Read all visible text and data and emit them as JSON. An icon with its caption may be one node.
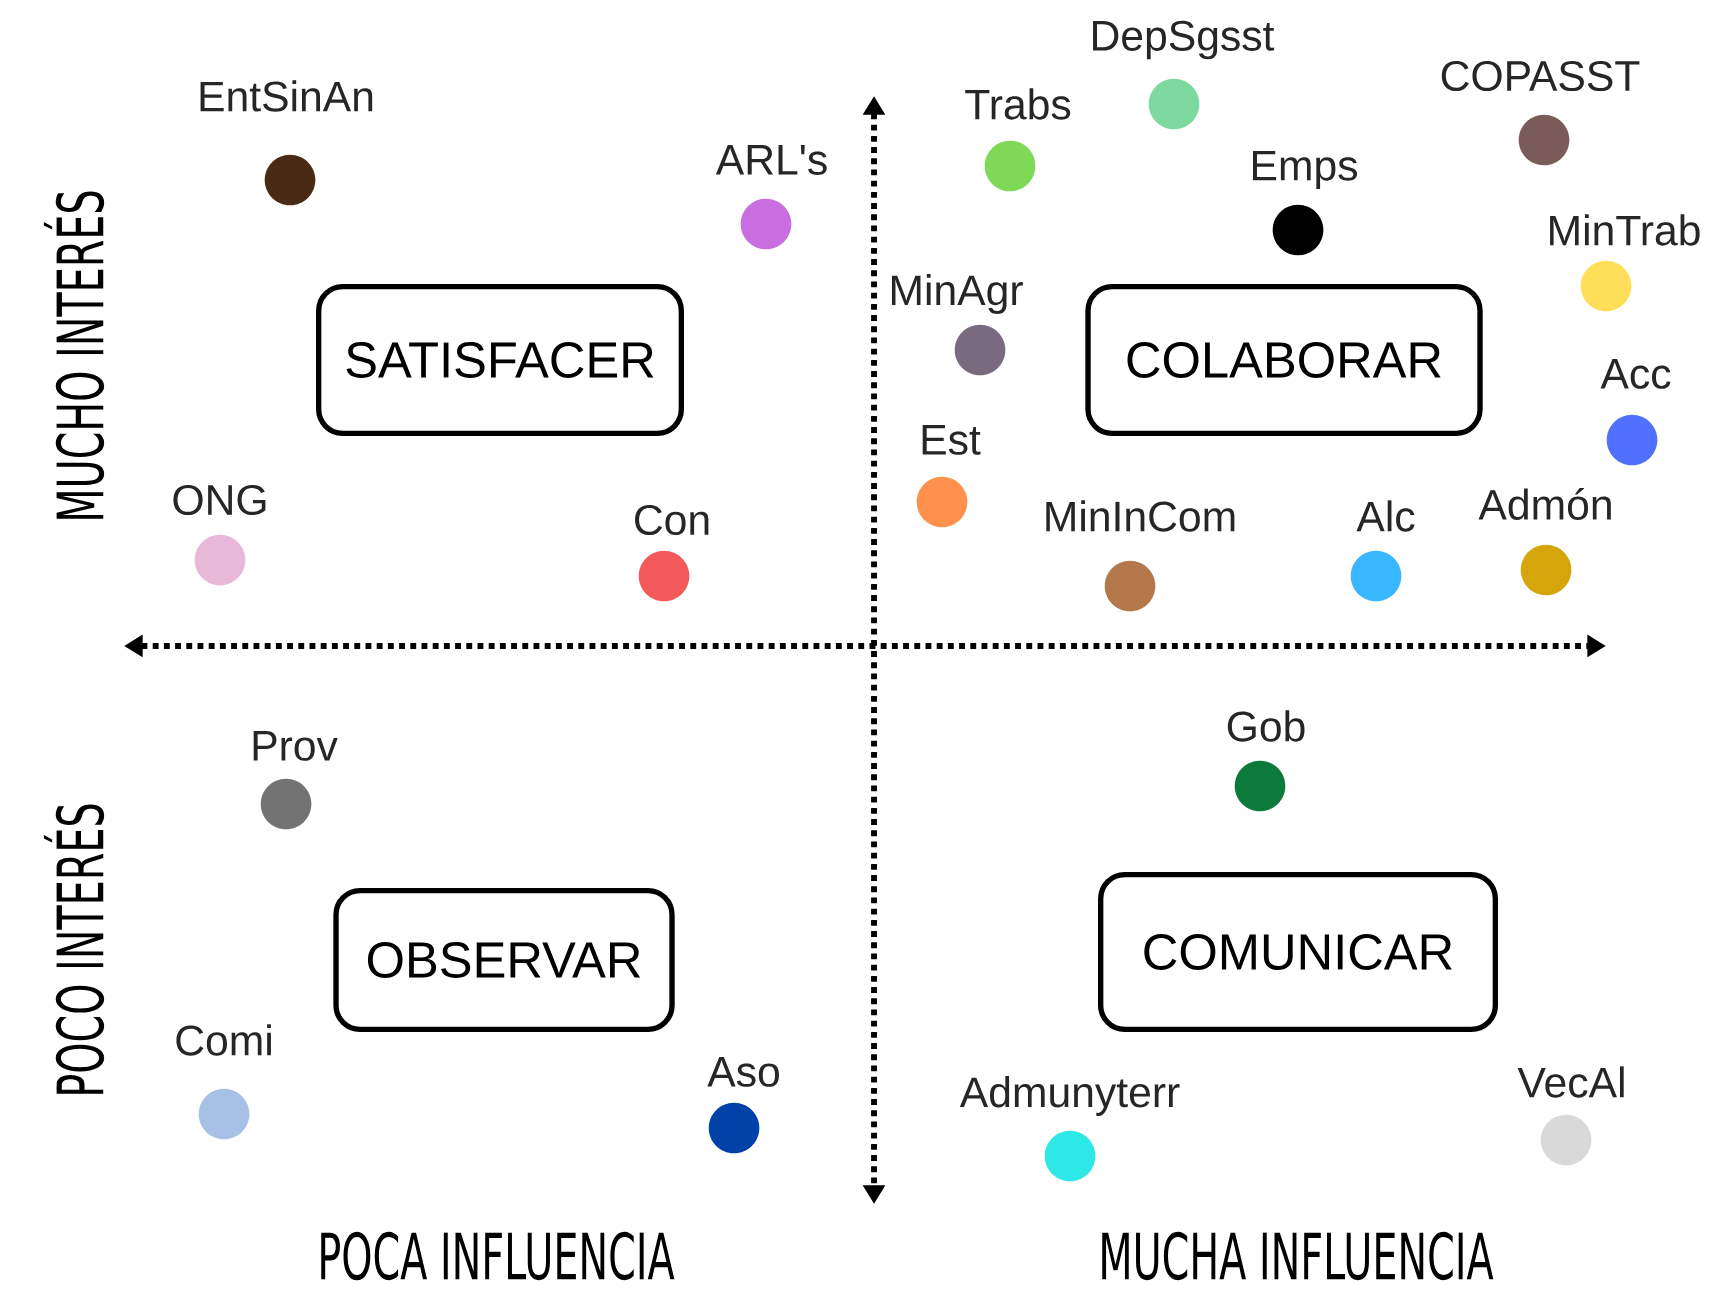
{
  "diagram": {
    "nodes": [
      {
        "text": [],
        "shape": "circle",
        "beside": [
          "DepSgsst"
        ]
      },
      {
        "text": [],
        "shape": "circle",
        "beside": [
          "COPASST"
        ]
      },
      {
        "text": [],
        "shape": "circle",
        "beside": [
          "Trabs"
        ]
      },
      {
        "text": [],
        "shape": "circle",
        "beside": [
          "EntSinAn"
        ]
      },
      {
        "text": [],
        "shape": "circle",
        "beside": [
          "ARL's"
        ]
      },
      {
        "text": [],
        "shape": "circle",
        "beside": [
          "Emps"
        ]
      },
      {
        "text": [],
        "shape": "circle",
        "beside": [
          "MinTrab"
        ]
      },
      {
        "text": [
          "SATISFACER"
        ]
      },
      {
        "text": [],
        "shape": "circle",
        "beside": [
          "MinAgr"
        ]
      },
      {
        "text": [
          "COLABORAR"
        ]
      },
      {
        "text": [],
        "shape": "circle",
        "beside": [
          "Acc"
        ]
      },
      {
        "text": [],
        "shape": "circle",
        "beside": [
          "Est"
        ]
      },
      {
        "text": [],
        "shape": "circle",
        "beside": [
          "ONG"
        ]
      },
      {
        "text": [],
        "shape": "circle",
        "beside": [
          "Con"
        ]
      },
      {
        "text": [],
        "shape": "circle",
        "beside": [
          "MinInCom"
        ]
      },
      {
        "text": [],
        "shape": "circle",
        "beside": [
          "Alc"
        ]
      },
      {
        "text": [],
        "shape": "circle",
        "beside": [
          "Admón"
        ]
      },
      {
        "text": [],
        "shape": "circle",
        "beside": [
          "Gob"
        ]
      },
      {
        "text": [],
        "shape": "circle",
        "beside": [
          "Prov"
        ]
      },
      {
        "text": [
          "OBSERVAR"
        ]
      },
      {
        "text": [
          "COMUNICAR"
        ]
      },
      {
        "text": [],
        "shape": "circle",
        "beside": [
          "Comi"
        ]
      },
      {
        "text": [],
        "shape": "circle",
        "beside": [
          "Aso"
        ]
      },
      {
        "text": [],
        "shape": "circle",
        "beside": [
          "Admunyterr"
        ]
      },
      {
        "text": [],
        "shape": "circle",
        "beside": [
          "VecAl"
        ]
      }
    ],
    "labels": [
      "MUCHO INTERÉS",
      "POCO INTERÉS",
      "POCA INFLUENCIA",
      "MUCHA INFLUENCIA"
    ]
  }
}
